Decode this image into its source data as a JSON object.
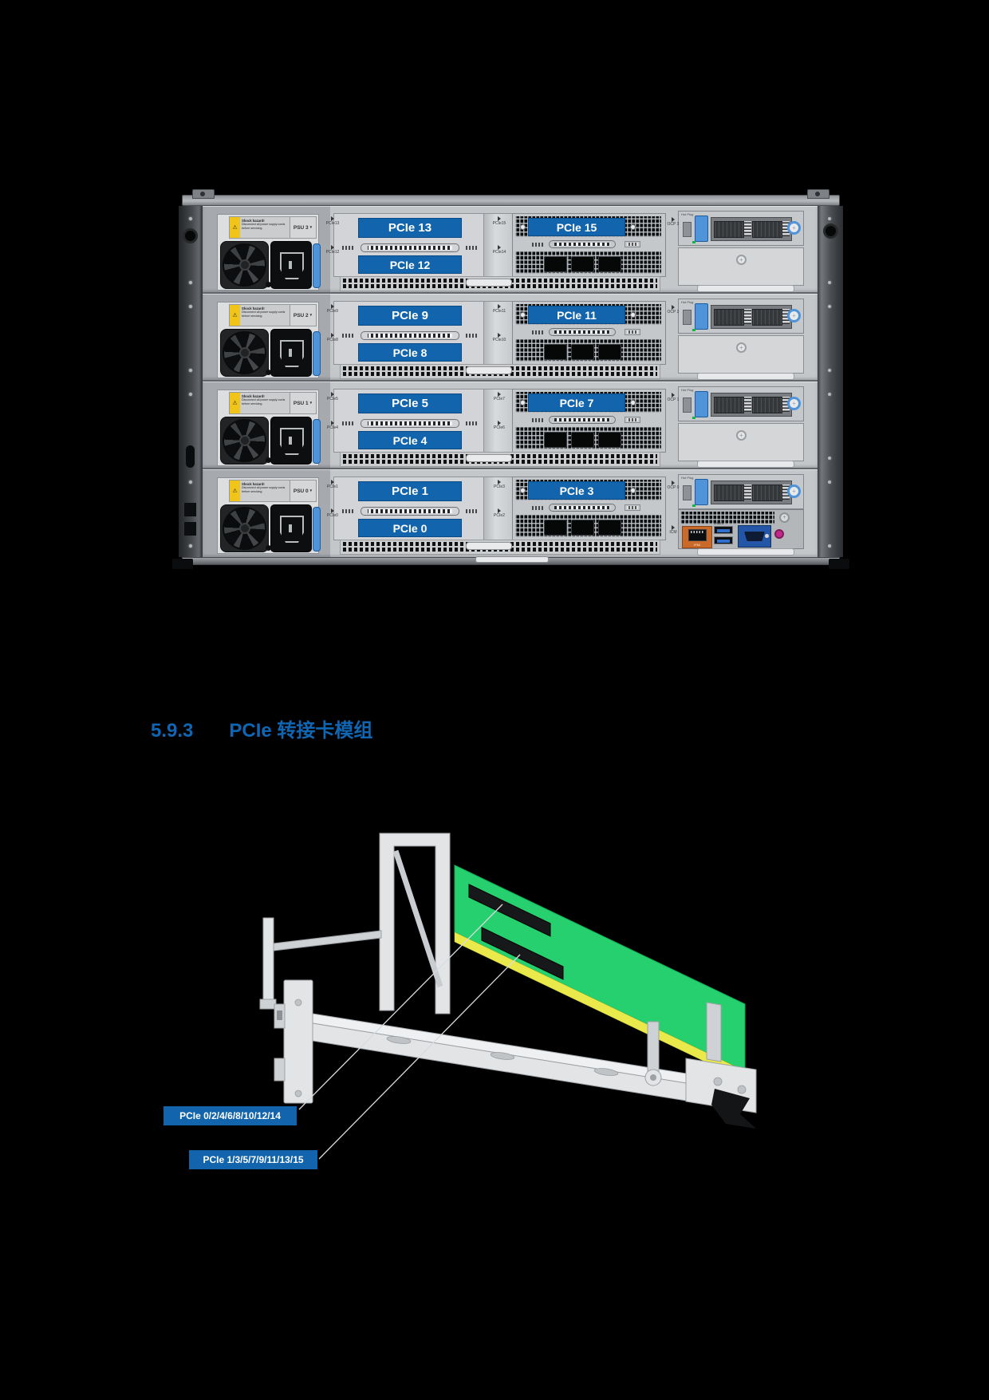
{
  "section": {
    "number": "5.9.3",
    "title": "PCIe 转接卡模组"
  },
  "server": {
    "psu_warning_title": "Shock hazard!",
    "psu_warning_text": "Disconnect all power supply cords before servicing.",
    "ocp_hot_plug_label": "Hot Plug",
    "mgmt": {
      "icm_tag": "ICM",
      "ipmi_label": "IPMI",
      "usb_label": "USB3.0"
    },
    "nodes": [
      {
        "psu_label": "PSU 3",
        "slot_top": "PCIe 13",
        "slot_bottom": "PCIe 12",
        "tag_top": "PCIe13",
        "tag_bottom": "PCIe12",
        "slot_right": "PCIe 15",
        "tag_right_top": "PCIe15",
        "tag_right_bottom": "PCIe14",
        "ocp_tag": "OCP 3",
        "has_mgmt": false
      },
      {
        "psu_label": "PSU 2",
        "slot_top": "PCIe 9",
        "slot_bottom": "PCIe 8",
        "tag_top": "PCIe9",
        "tag_bottom": "PCIe8",
        "slot_right": "PCIe 11",
        "tag_right_top": "PCIe11",
        "tag_right_bottom": "PCIe10",
        "ocp_tag": "OCP 2",
        "has_mgmt": false
      },
      {
        "psu_label": "PSU 1",
        "slot_top": "PCIe 5",
        "slot_bottom": "PCIe 4",
        "tag_top": "PCIe5",
        "tag_bottom": "PCIe4",
        "slot_right": "PCIe 7",
        "tag_right_top": "PCIe7",
        "tag_right_bottom": "PCIe6",
        "ocp_tag": "OCP 1",
        "has_mgmt": false
      },
      {
        "psu_label": "PSU 0",
        "slot_top": "PCIe 1",
        "slot_bottom": "PCIe 0",
        "tag_top": "PCIe1",
        "tag_bottom": "PCIe0",
        "slot_right": "PCIe 3",
        "tag_right_top": "PCIe3",
        "tag_right_bottom": "PCIe2",
        "ocp_tag": "OCP 0",
        "has_mgmt": true
      }
    ]
  },
  "riser": {
    "labels": [
      "PCIe 0/2/4/6/8/10/12/14",
      "PCIe 1/3/5/7/9/11/13/15"
    ]
  },
  "colors": {
    "heading_blue": "#1066b2",
    "slot_label_blue": "#1264ad",
    "riser_label_blue": "#1264ad",
    "pcb_green": "#26d06e",
    "pcb_edge_yellow": "#e9e94c",
    "latch_blue": "#4f93d8",
    "ipmi_orange": "#c96a2a",
    "warning_yellow": "#f0c419",
    "vga_blue": "#2456a8",
    "pink_port": "#c2298a"
  }
}
